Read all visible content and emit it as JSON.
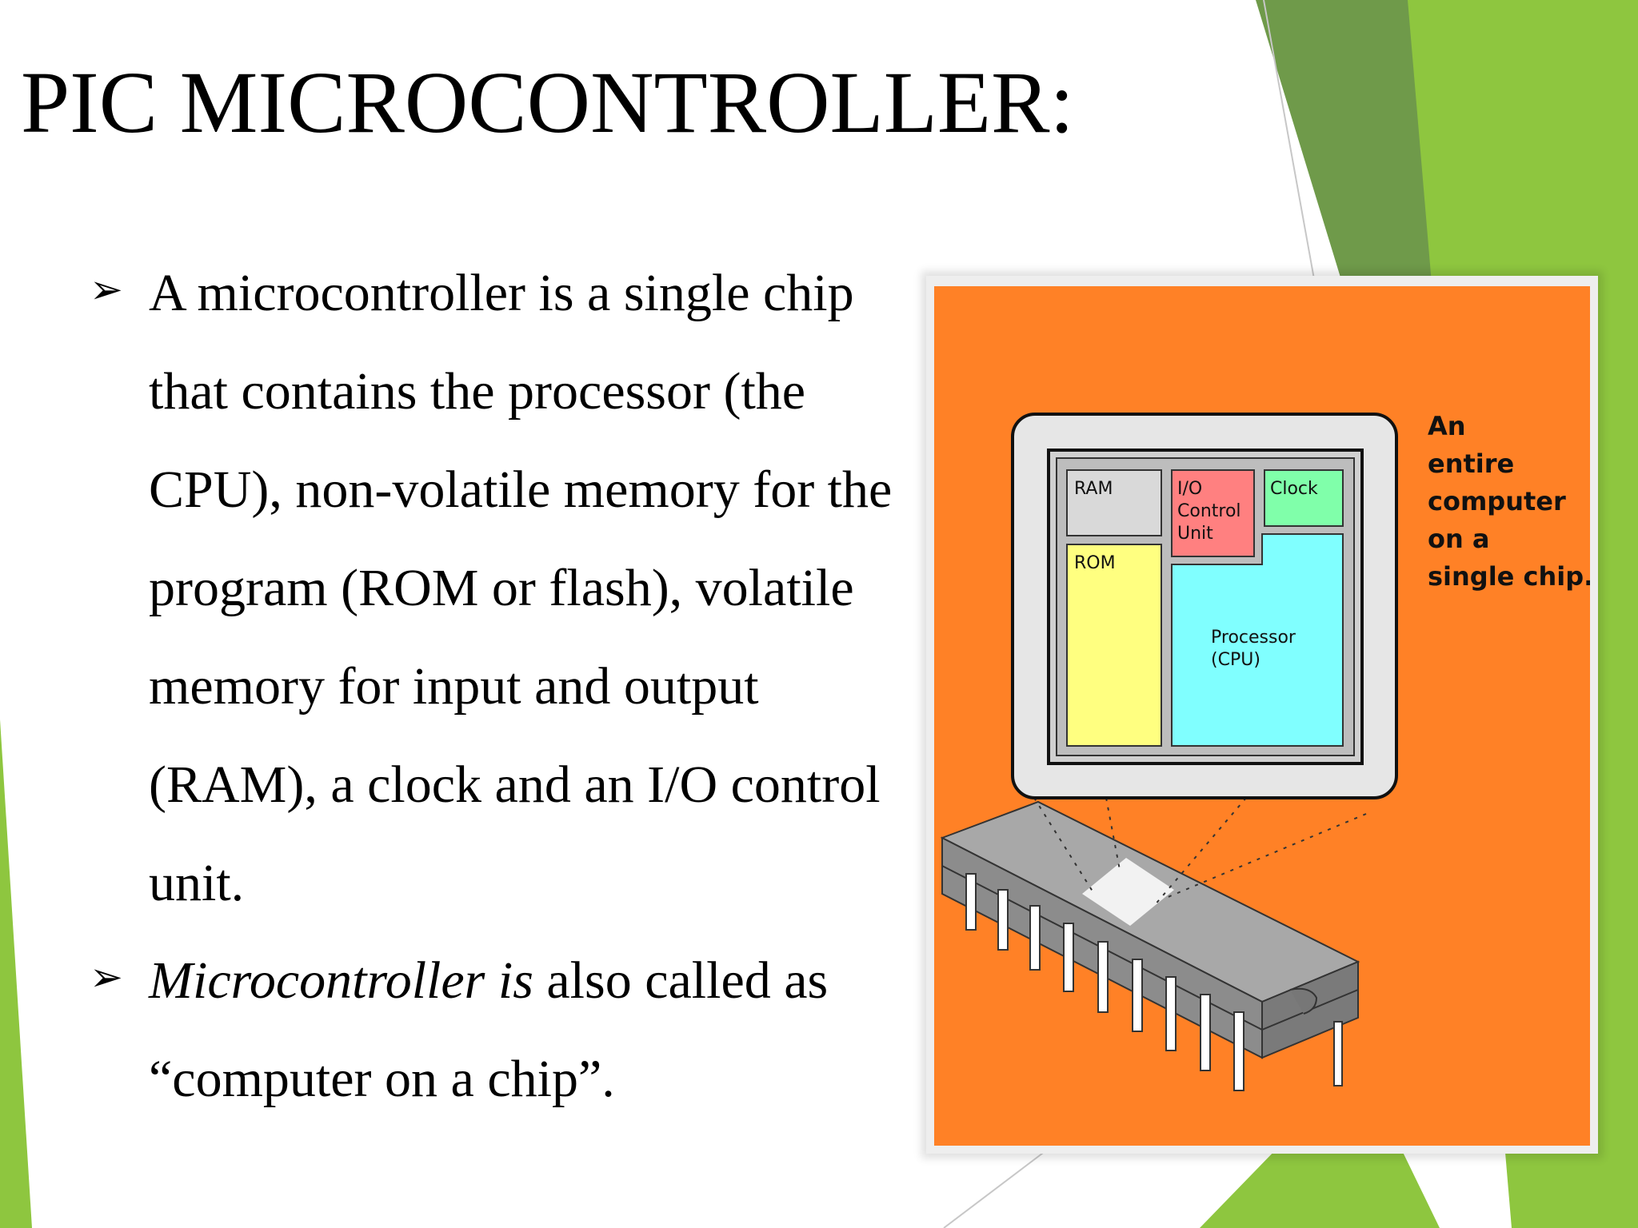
{
  "title": "PIC MICROCONTROLLER:",
  "bullets": [
    {
      "marker": "➢",
      "text": "A microcontroller is a single chip that contains the processor  (the CPU), non-volatile memory for the program (ROM or flash), volatile memory for input and output (RAM), a clock and an I/O control unit."
    },
    {
      "marker": "➢",
      "italic": "Microcontroller is",
      "text": "  also called as “computer on a chip”."
    }
  ],
  "figure": {
    "blocks": {
      "ram": "RAM",
      "rom": "ROM",
      "io": [
        "I/O",
        "Control",
        "Unit"
      ],
      "clock": "Clock",
      "processor": [
        "Processor",
        "(CPU)"
      ]
    },
    "caption": [
      "An",
      "entire",
      "computer",
      "on a",
      "single chip."
    ],
    "colors": {
      "background": "#ff8126",
      "ram": "#d9d9d9",
      "rom": "#ffff80",
      "io": "#ff8080",
      "clock": "#80ffaa",
      "processor": "#80ffff",
      "chip_body": "#a8a8a8"
    }
  },
  "theme": {
    "accent_dark": "#6f9a4a",
    "accent_light": "#8ec63f"
  }
}
